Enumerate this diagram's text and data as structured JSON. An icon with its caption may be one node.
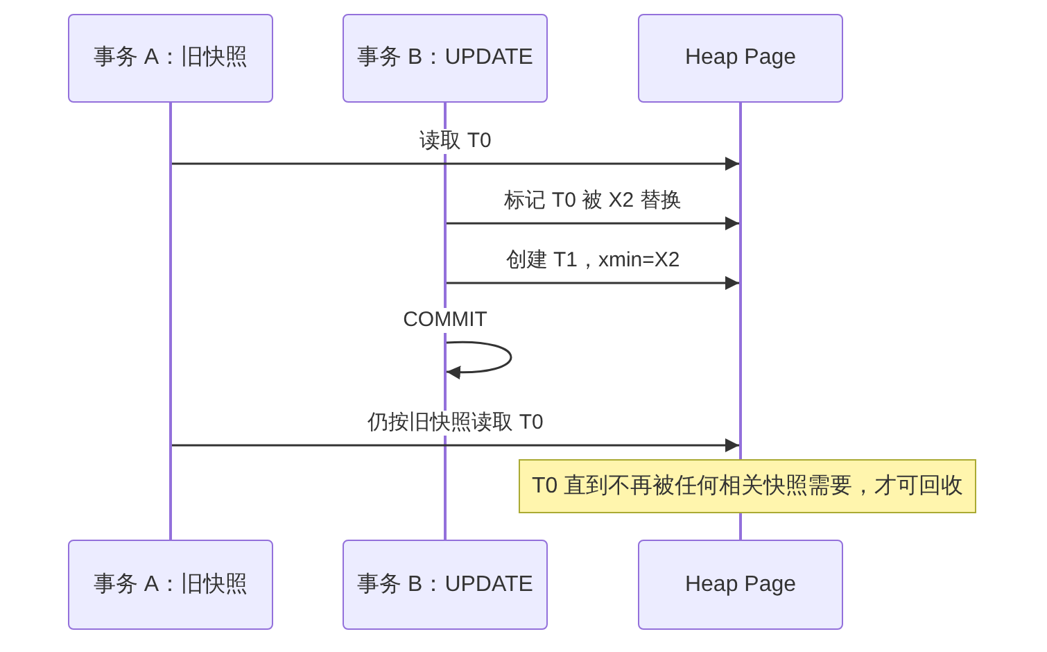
{
  "diagram": {
    "nodes": [
      {
        "text": [
          "事务 A：旧快照"
        ]
      },
      {
        "text": [
          "事务 B：UPDATE"
        ]
      },
      {
        "text": [
          "Heap Page"
        ]
      },
      {
        "text": [],
        "shape": "line"
      },
      {
        "text": [],
        "shape": "line"
      },
      {
        "text": [],
        "shape": "line"
      },
      {
        "text": [
          "T0 直到不再被任何相关快照需要，才可回收"
        ]
      },
      {
        "text": [
          "事务 A：旧快照"
        ]
      },
      {
        "text": [
          "事务 B：UPDATE"
        ]
      },
      {
        "text": [
          "Heap Page"
        ]
      }
    ],
    "edges": [
      {
        "from": 3,
        "to": 5,
        "arrow": "to",
        "label": "读取 T0"
      },
      {
        "from": 4,
        "to": 5,
        "arrow": "to",
        "label": "标记 T0 被 X2 替换"
      },
      {
        "from": 4,
        "to": 5,
        "arrow": "to",
        "label": "创建 T1，xmin=X2"
      },
      {
        "from": 4,
        "to": 4,
        "arrow": "to",
        "label": "COMMIT"
      },
      {
        "from": 3,
        "to": 5,
        "arrow": "to",
        "label": "仍按旧快照读取 T0"
      }
    ]
  }
}
